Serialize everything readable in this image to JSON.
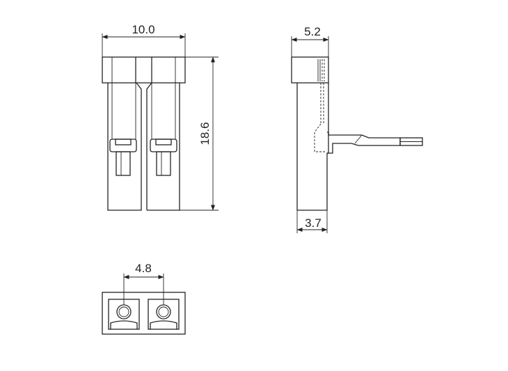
{
  "front_view": {
    "width_dim": "10.0",
    "height_dim": "18.6"
  },
  "side_view": {
    "top_width_dim": "5.2",
    "bottom_width_dim": "3.7"
  },
  "bottom_view": {
    "pitch_dim": "4.8"
  }
}
